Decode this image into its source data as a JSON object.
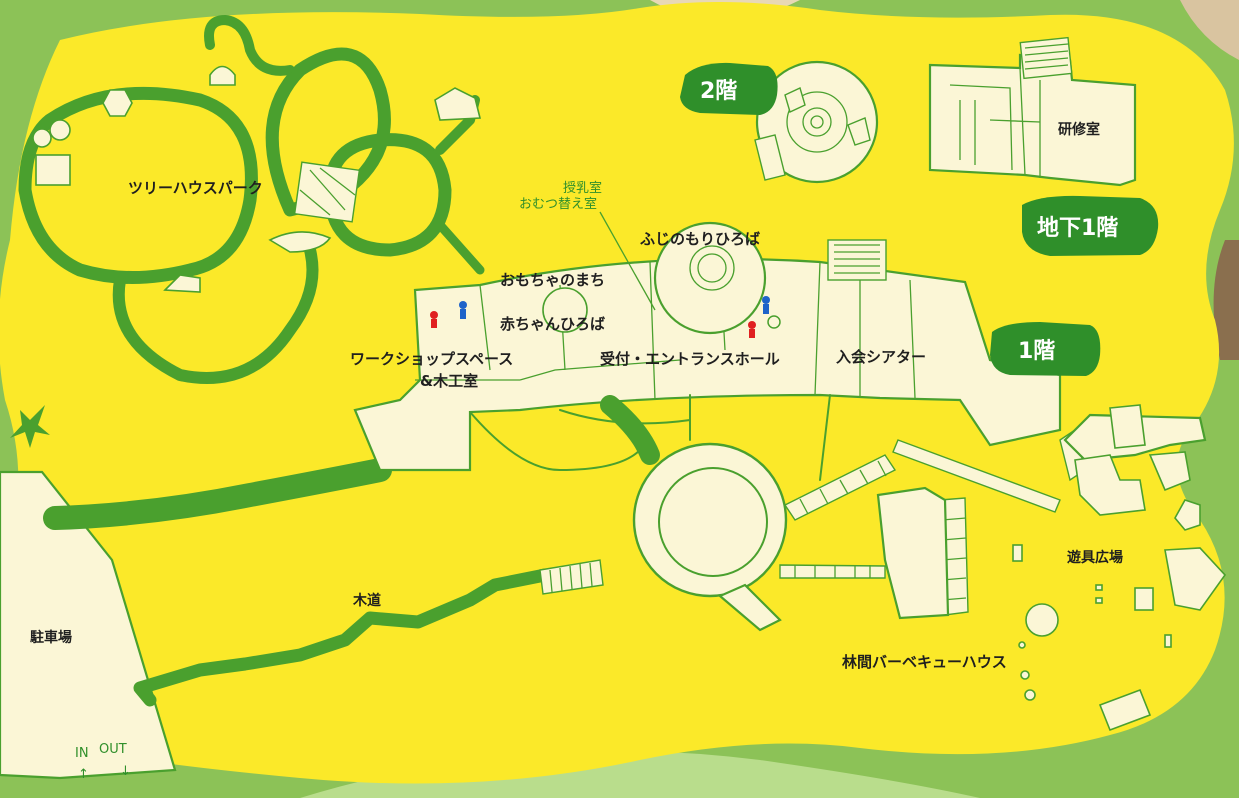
{
  "map": {
    "areas": {
      "treehouse_park": "ツリーハウスパーク",
      "nursing_room_1": "授乳室",
      "nursing_room_2": "おむつ替え室",
      "fuji_forest_plaza": "ふじのもりひろば",
      "toy_town": "おもちゃのまち",
      "baby_plaza": "赤ちゃんひろば",
      "workshop_1": "ワークショップスペース",
      "workshop_2": "&木工室",
      "reception": "受付・エントランスホール",
      "theater": "入会シアター",
      "training_room": "研修室",
      "parking": "駐車場",
      "wooden_path": "木道",
      "playground": "遊具広場",
      "bbq_house": "林間バーベキューハウス"
    },
    "floors": {
      "f2": "2階",
      "b1": "地下1階",
      "f1": "1階"
    },
    "entrance": {
      "in": "IN",
      "out": "OUT",
      "in_arrow": "↑",
      "out_arrow": "↓"
    },
    "colors": {
      "ground": "#fbe929",
      "building": "#fbf6d6",
      "outline": "#4aa02e",
      "badge": "#2f8f2a",
      "outer": "#8cc257"
    }
  }
}
